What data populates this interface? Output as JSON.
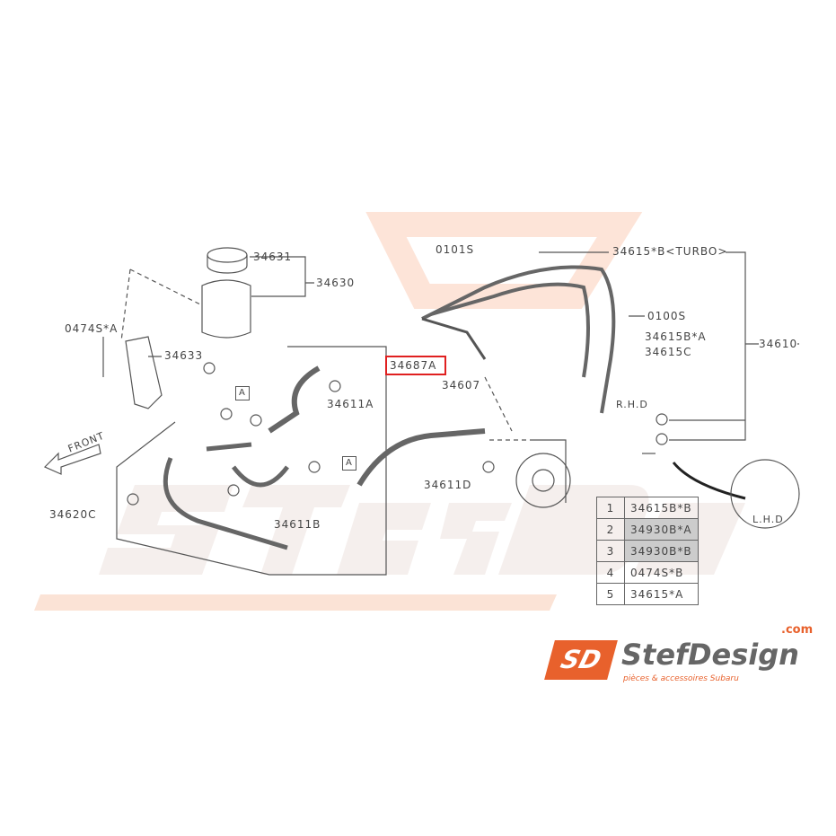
{
  "watermark": {
    "brand": "StefDesign",
    "tagline": "pièces & accessoires Subaru"
  },
  "logo": {
    "brand": "StefDesign",
    ".com": ".com",
    "tagline": "pièces & accessoires Subaru",
    "mark": "SD",
    "accent": "#e8612c"
  },
  "labels": {
    "p34631": "34631",
    "p34630": "34630",
    "p0474sa": "0474S*A",
    "p34633": "34633",
    "p34611a": "34611A",
    "p34687a": "34687A",
    "p34607": "34607",
    "p0101s": "0101S",
    "p34615b_turbo": "34615*B<TURBO>",
    "p0100s": "0100S",
    "p34615ba": "34615B*A",
    "p34615c": "34615C",
    "p34610": "34610",
    "rhd": "R.H.D",
    "lhd": "L.H.D",
    "front": "FRONT",
    "p34620c": "34620C",
    "p34611b": "34611B",
    "p34611d": "34611D",
    "refA1": "A",
    "refA2": "A"
  },
  "highlight": {
    "part": "34687A",
    "color": "#e02020"
  },
  "legend": [
    {
      "num": "1",
      "part": "34615B*B"
    },
    {
      "num": "2",
      "part": "34930B*A"
    },
    {
      "num": "3",
      "part": "34930B*B"
    },
    {
      "num": "4",
      "part": "0474S*B"
    },
    {
      "num": "5",
      "part": "34615*A"
    }
  ]
}
